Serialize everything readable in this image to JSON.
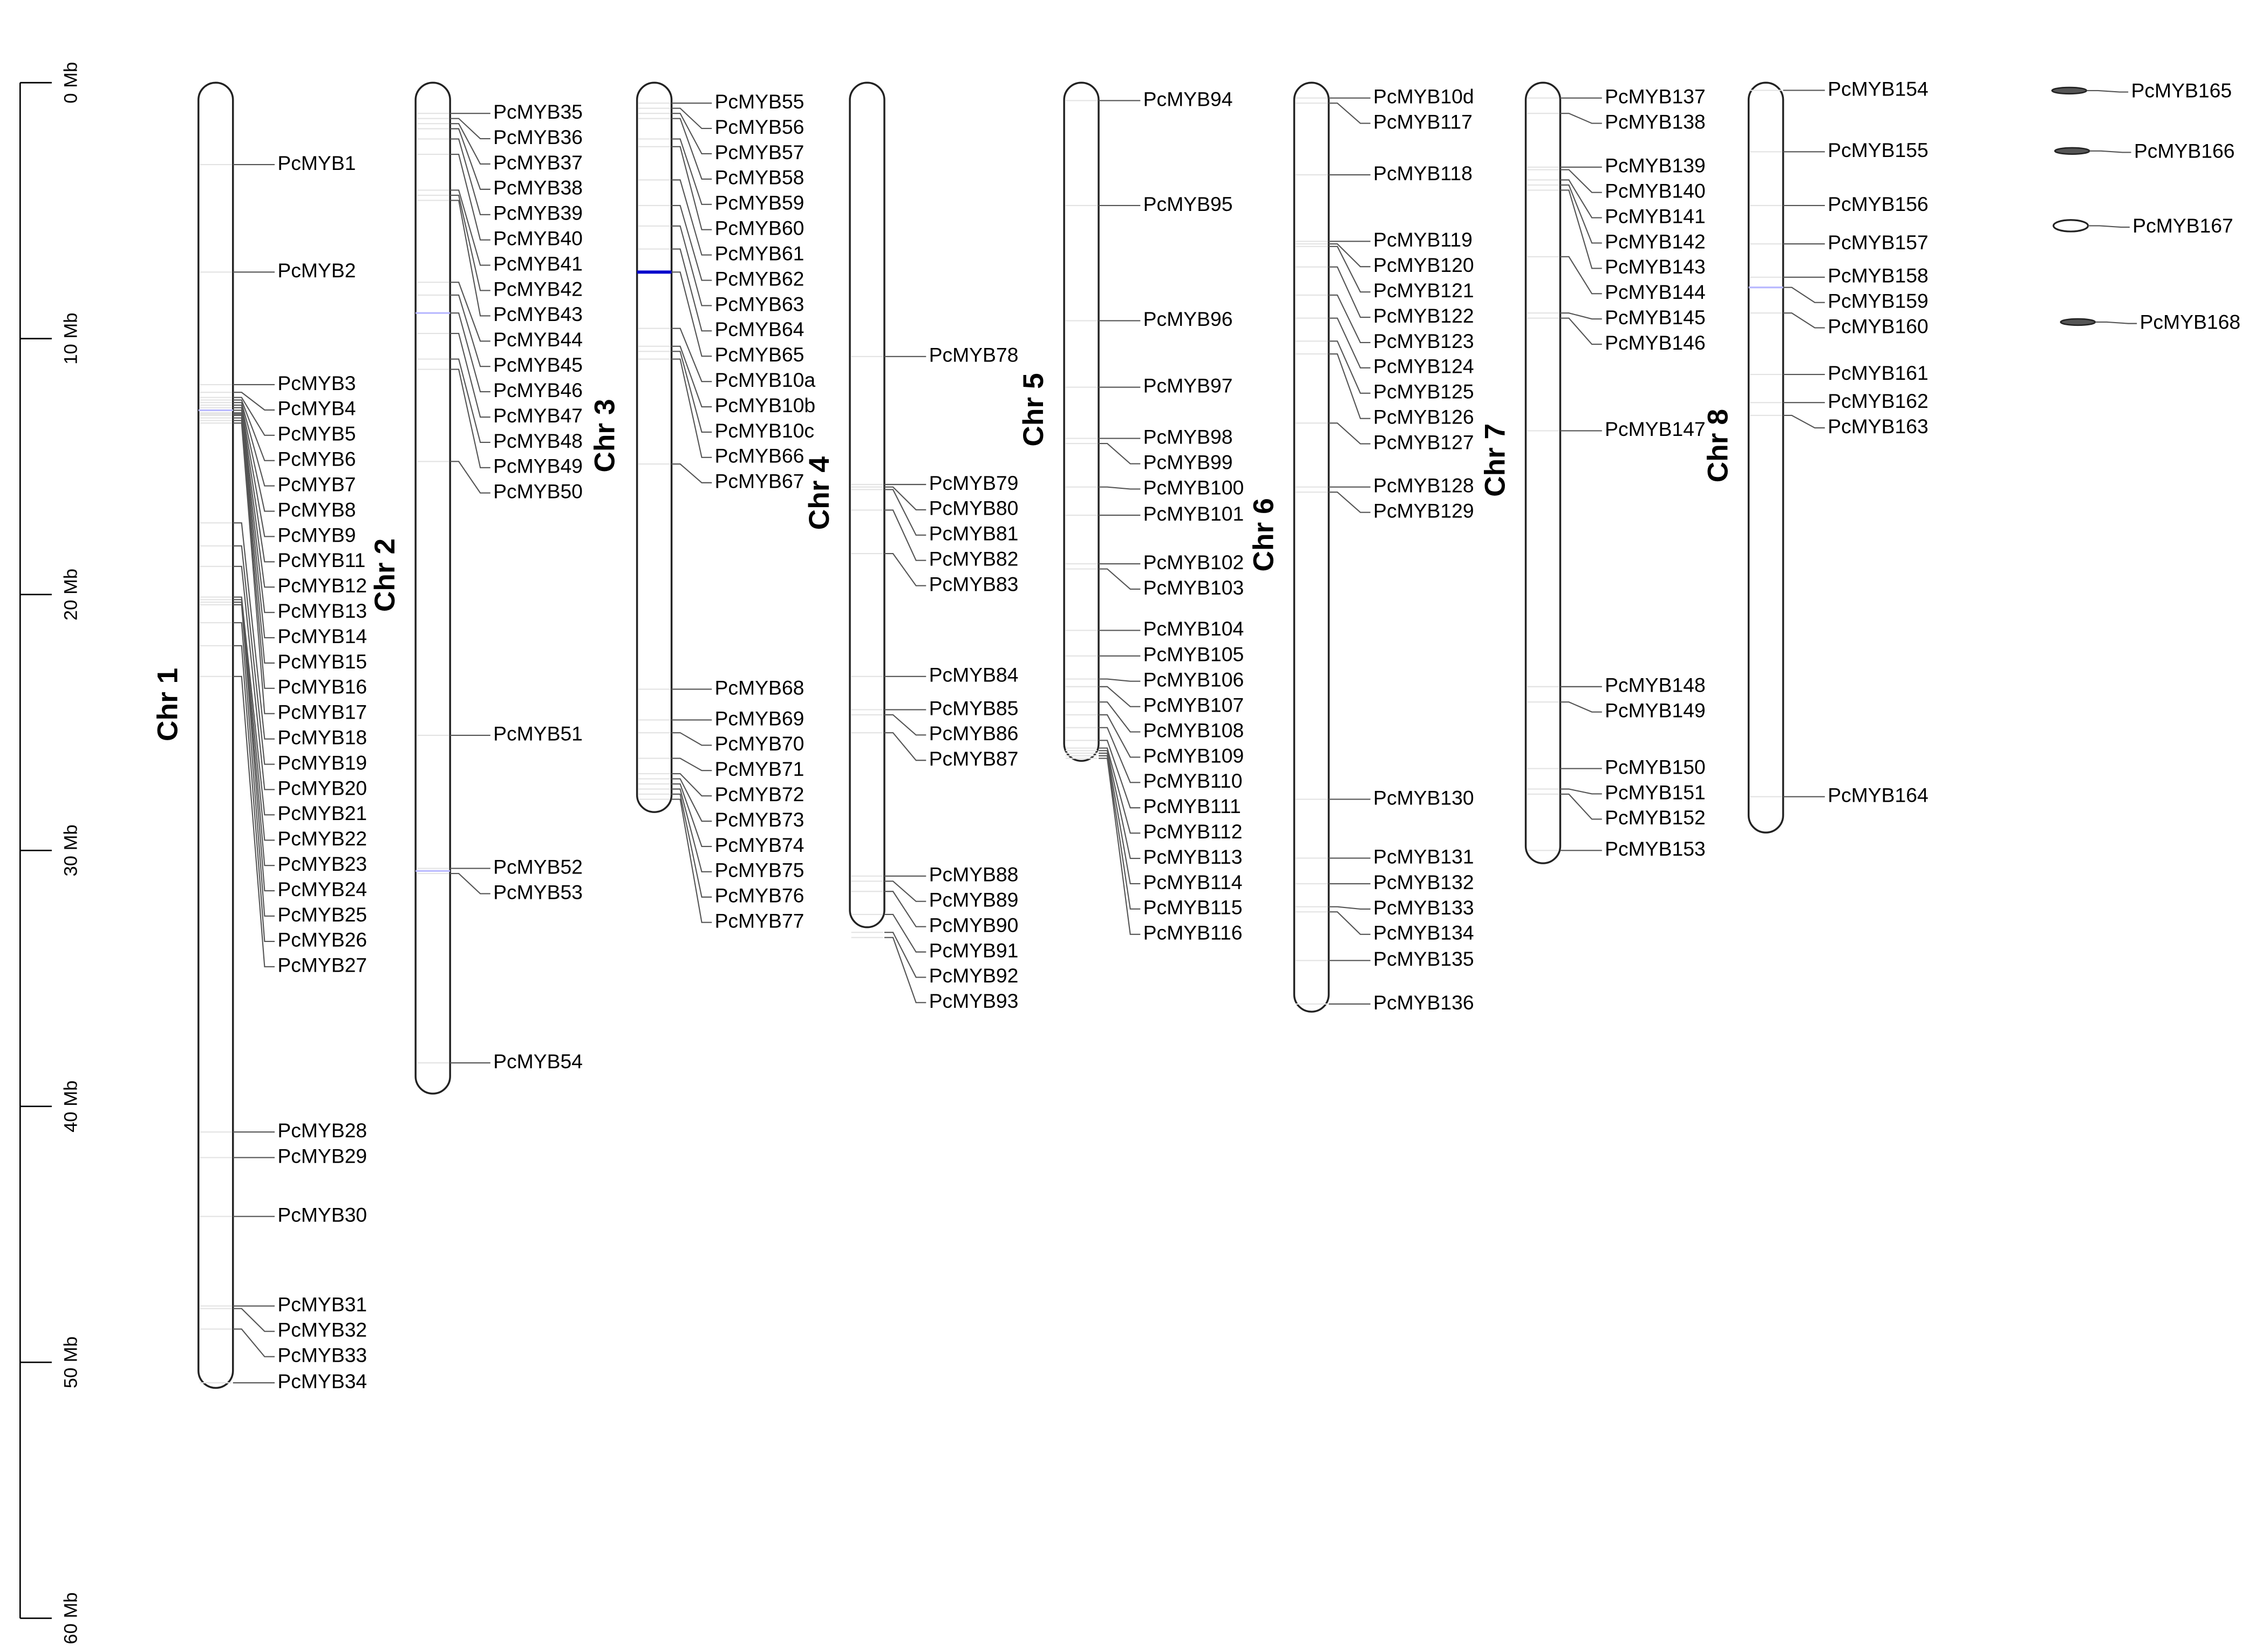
{
  "scale": {
    "ticks": [
      {
        "value": 0,
        "label": "0 Mb"
      },
      {
        "value": 10,
        "label": "10 Mb"
      },
      {
        "value": 20,
        "label": "20 Mb"
      },
      {
        "value": 30,
        "label": "30 Mb"
      },
      {
        "value": 40,
        "label": "40 Mb"
      },
      {
        "value": 50,
        "label": "50 Mb"
      },
      {
        "value": 60,
        "label": "60 Mb"
      }
    ]
  },
  "colors": {
    "highlight": "#0000cc",
    "faint_highlight": "#b8b8ff",
    "outline": "#222222",
    "leader": "#555555"
  },
  "chromosomes": [
    {
      "label": "Chr 1",
      "length_mb": 51.0,
      "highlights": [
        {
          "pos": 12.8,
          "strength": "faint"
        }
      ],
      "genes": [
        {
          "name": "PcMYB1",
          "pos": 3.2
        },
        {
          "name": "PcMYB2",
          "pos": 7.4
        },
        {
          "name": "PcMYB3",
          "pos": 11.8
        },
        {
          "name": "PcMYB4",
          "pos": 12.1
        },
        {
          "name": "PcMYB5",
          "pos": 12.3
        },
        {
          "name": "PcMYB6",
          "pos": 12.4
        },
        {
          "name": "PcMYB7",
          "pos": 12.5
        },
        {
          "name": "PcMYB8",
          "pos": 12.6
        },
        {
          "name": "PcMYB9",
          "pos": 12.7
        },
        {
          "name": "PcMYB11",
          "pos": 12.8
        },
        {
          "name": "PcMYB12",
          "pos": 12.9
        },
        {
          "name": "PcMYB13",
          "pos": 12.95
        },
        {
          "name": "PcMYB14",
          "pos": 13.0
        },
        {
          "name": "PcMYB15",
          "pos": 13.1
        },
        {
          "name": "PcMYB16",
          "pos": 13.2
        },
        {
          "name": "PcMYB17",
          "pos": 13.3
        },
        {
          "name": "PcMYB18",
          "pos": 17.2
        },
        {
          "name": "PcMYB19",
          "pos": 18.1
        },
        {
          "name": "PcMYB20",
          "pos": 18.9
        },
        {
          "name": "PcMYB21",
          "pos": 20.1
        },
        {
          "name": "PcMYB22",
          "pos": 20.2
        },
        {
          "name": "PcMYB23",
          "pos": 20.3
        },
        {
          "name": "PcMYB24",
          "pos": 20.4
        },
        {
          "name": "PcMYB25",
          "pos": 21.1
        },
        {
          "name": "PcMYB26",
          "pos": 22.0
        },
        {
          "name": "PcMYB27",
          "pos": 23.2
        },
        {
          "name": "PcMYB28",
          "pos": 41.0
        },
        {
          "name": "PcMYB29",
          "pos": 42.0
        },
        {
          "name": "PcMYB30",
          "pos": 44.3
        },
        {
          "name": "PcMYB31",
          "pos": 47.8
        },
        {
          "name": "PcMYB32",
          "pos": 47.9
        },
        {
          "name": "PcMYB33",
          "pos": 48.7
        },
        {
          "name": "PcMYB34",
          "pos": 50.8
        }
      ]
    },
    {
      "label": "Chr 2",
      "length_mb": 39.5,
      "highlights": [
        {
          "pos": 9.0,
          "strength": "faint"
        },
        {
          "pos": 30.8,
          "strength": "faint"
        }
      ],
      "genes": [
        {
          "name": "PcMYB35",
          "pos": 1.2
        },
        {
          "name": "PcMYB36",
          "pos": 1.4
        },
        {
          "name": "PcMYB37",
          "pos": 1.6
        },
        {
          "name": "PcMYB38",
          "pos": 1.8
        },
        {
          "name": "PcMYB39",
          "pos": 2.2
        },
        {
          "name": "PcMYB40",
          "pos": 2.8
        },
        {
          "name": "PcMYB41",
          "pos": 4.2
        },
        {
          "name": "PcMYB42",
          "pos": 4.4
        },
        {
          "name": "PcMYB43",
          "pos": 4.6
        },
        {
          "name": "PcMYB44",
          "pos": 7.8
        },
        {
          "name": "PcMYB45",
          "pos": 8.3
        },
        {
          "name": "PcMYB46",
          "pos": 9.0
        },
        {
          "name": "PcMYB47",
          "pos": 9.8
        },
        {
          "name": "PcMYB48",
          "pos": 10.8
        },
        {
          "name": "PcMYB49",
          "pos": 11.2
        },
        {
          "name": "PcMYB50",
          "pos": 14.8
        },
        {
          "name": "PcMYB51",
          "pos": 25.5
        },
        {
          "name": "PcMYB52",
          "pos": 30.7
        },
        {
          "name": "PcMYB53",
          "pos": 30.9
        },
        {
          "name": "PcMYB54",
          "pos": 38.3
        }
      ]
    },
    {
      "label": "Chr 3",
      "length_mb": 28.5,
      "highlights": [
        {
          "pos": 7.4,
          "strength": "strong"
        }
      ],
      "genes": [
        {
          "name": "PcMYB55",
          "pos": 0.8
        },
        {
          "name": "PcMYB56",
          "pos": 1.0
        },
        {
          "name": "PcMYB57",
          "pos": 1.2
        },
        {
          "name": "PcMYB58",
          "pos": 1.4
        },
        {
          "name": "PcMYB59",
          "pos": 2.2
        },
        {
          "name": "PcMYB60",
          "pos": 2.5
        },
        {
          "name": "PcMYB61",
          "pos": 3.8
        },
        {
          "name": "PcMYB62",
          "pos": 4.8
        },
        {
          "name": "PcMYB63",
          "pos": 5.6
        },
        {
          "name": "PcMYB64",
          "pos": 6.5
        },
        {
          "name": "PcMYB65",
          "pos": 7.4
        },
        {
          "name": "PcMYB10a",
          "pos": 9.6
        },
        {
          "name": "PcMYB10b",
          "pos": 10.3
        },
        {
          "name": "PcMYB10c",
          "pos": 10.5
        },
        {
          "name": "PcMYB66",
          "pos": 10.8
        },
        {
          "name": "PcMYB67",
          "pos": 14.9
        },
        {
          "name": "PcMYB68",
          "pos": 23.7
        },
        {
          "name": "PcMYB69",
          "pos": 24.9
        },
        {
          "name": "PcMYB70",
          "pos": 25.4
        },
        {
          "name": "PcMYB71",
          "pos": 26.4
        },
        {
          "name": "PcMYB72",
          "pos": 27.0
        },
        {
          "name": "PcMYB73",
          "pos": 27.2
        },
        {
          "name": "PcMYB74",
          "pos": 27.4
        },
        {
          "name": "PcMYB75",
          "pos": 27.6
        },
        {
          "name": "PcMYB76",
          "pos": 27.8
        },
        {
          "name": "PcMYB77",
          "pos": 28.0
        }
      ]
    },
    {
      "label": "Chr 4",
      "length_mb": 33.0,
      "highlights": [],
      "genes": [
        {
          "name": "PcMYB78",
          "pos": 10.7
        },
        {
          "name": "PcMYB79",
          "pos": 15.7
        },
        {
          "name": "PcMYB80",
          "pos": 15.8
        },
        {
          "name": "PcMYB81",
          "pos": 15.9
        },
        {
          "name": "PcMYB82",
          "pos": 16.7
        },
        {
          "name": "PcMYB83",
          "pos": 18.4
        },
        {
          "name": "PcMYB84",
          "pos": 23.2
        },
        {
          "name": "PcMYB85",
          "pos": 24.5
        },
        {
          "name": "PcMYB86",
          "pos": 24.7
        },
        {
          "name": "PcMYB87",
          "pos": 25.4
        },
        {
          "name": "PcMYB88",
          "pos": 31.0
        },
        {
          "name": "PcMYB89",
          "pos": 31.2
        },
        {
          "name": "PcMYB90",
          "pos": 31.6
        },
        {
          "name": "PcMYB91",
          "pos": 32.5
        },
        {
          "name": "PcMYB92",
          "pos": 33.2
        },
        {
          "name": "PcMYB93",
          "pos": 33.4
        }
      ]
    },
    {
      "label": "Chr 5",
      "length_mb": 26.5,
      "highlights": [],
      "genes": [
        {
          "name": "PcMYB94",
          "pos": 0.7
        },
        {
          "name": "PcMYB95",
          "pos": 4.8
        },
        {
          "name": "PcMYB96",
          "pos": 9.3
        },
        {
          "name": "PcMYB97",
          "pos": 11.9
        },
        {
          "name": "PcMYB98",
          "pos": 13.9
        },
        {
          "name": "PcMYB99",
          "pos": 14.1
        },
        {
          "name": "PcMYB100",
          "pos": 15.8
        },
        {
          "name": "PcMYB101",
          "pos": 16.9
        },
        {
          "name": "PcMYB102",
          "pos": 18.8
        },
        {
          "name": "PcMYB103",
          "pos": 19.0
        },
        {
          "name": "PcMYB104",
          "pos": 21.4
        },
        {
          "name": "PcMYB105",
          "pos": 22.4
        },
        {
          "name": "PcMYB106",
          "pos": 23.3
        },
        {
          "name": "PcMYB107",
          "pos": 23.6
        },
        {
          "name": "PcMYB108",
          "pos": 24.2
        },
        {
          "name": "PcMYB109",
          "pos": 24.7
        },
        {
          "name": "PcMYB110",
          "pos": 25.2
        },
        {
          "name": "PcMYB111",
          "pos": 25.7
        },
        {
          "name": "PcMYB112",
          "pos": 26.0
        },
        {
          "name": "PcMYB113",
          "pos": 26.1
        },
        {
          "name": "PcMYB114",
          "pos": 26.2
        },
        {
          "name": "PcMYB115",
          "pos": 26.3
        },
        {
          "name": "PcMYB116",
          "pos": 26.4
        }
      ]
    },
    {
      "label": "Chr 6",
      "length_mb": 36.3,
      "highlights": [],
      "genes": [
        {
          "name": "PcMYB10d",
          "pos": 0.6
        },
        {
          "name": "PcMYB117",
          "pos": 0.8
        },
        {
          "name": "PcMYB118",
          "pos": 3.6
        },
        {
          "name": "PcMYB119",
          "pos": 6.2
        },
        {
          "name": "PcMYB120",
          "pos": 6.3
        },
        {
          "name": "PcMYB121",
          "pos": 6.4
        },
        {
          "name": "PcMYB122",
          "pos": 7.2
        },
        {
          "name": "PcMYB123",
          "pos": 8.3
        },
        {
          "name": "PcMYB124",
          "pos": 9.2
        },
        {
          "name": "PcMYB125",
          "pos": 10.1
        },
        {
          "name": "PcMYB126",
          "pos": 10.6
        },
        {
          "name": "PcMYB127",
          "pos": 13.3
        },
        {
          "name": "PcMYB128",
          "pos": 15.8
        },
        {
          "name": "PcMYB129",
          "pos": 16.0
        },
        {
          "name": "PcMYB130",
          "pos": 28.0
        },
        {
          "name": "PcMYB131",
          "pos": 30.3
        },
        {
          "name": "PcMYB132",
          "pos": 31.3
        },
        {
          "name": "PcMYB133",
          "pos": 32.2
        },
        {
          "name": "PcMYB134",
          "pos": 32.4
        },
        {
          "name": "PcMYB135",
          "pos": 34.3
        },
        {
          "name": "PcMYB136",
          "pos": 36.0
        }
      ]
    },
    {
      "label": "Chr 7",
      "length_mb": 30.5,
      "highlights": [],
      "genes": [
        {
          "name": "PcMYB137",
          "pos": 0.6
        },
        {
          "name": "PcMYB138",
          "pos": 1.2
        },
        {
          "name": "PcMYB139",
          "pos": 3.3
        },
        {
          "name": "PcMYB140",
          "pos": 3.4
        },
        {
          "name": "PcMYB141",
          "pos": 3.8
        },
        {
          "name": "PcMYB142",
          "pos": 4.0
        },
        {
          "name": "PcMYB143",
          "pos": 4.2
        },
        {
          "name": "PcMYB144",
          "pos": 6.8
        },
        {
          "name": "PcMYB145",
          "pos": 9.0
        },
        {
          "name": "PcMYB146",
          "pos": 9.2
        },
        {
          "name": "PcMYB147",
          "pos": 13.6
        },
        {
          "name": "PcMYB148",
          "pos": 23.6
        },
        {
          "name": "PcMYB149",
          "pos": 24.2
        },
        {
          "name": "PcMYB150",
          "pos": 26.8
        },
        {
          "name": "PcMYB151",
          "pos": 27.6
        },
        {
          "name": "PcMYB152",
          "pos": 27.8
        },
        {
          "name": "PcMYB153",
          "pos": 30.0
        }
      ]
    },
    {
      "label": "Chr 8",
      "length_mb": 29.3,
      "highlights": [
        {
          "pos": 8.0,
          "strength": "faint"
        }
      ],
      "genes": [
        {
          "name": "PcMYB154",
          "pos": 0.3
        },
        {
          "name": "PcMYB155",
          "pos": 2.7
        },
        {
          "name": "PcMYB156",
          "pos": 4.8
        },
        {
          "name": "PcMYB157",
          "pos": 6.3
        },
        {
          "name": "PcMYB158",
          "pos": 7.6
        },
        {
          "name": "PcMYB159",
          "pos": 8.0
        },
        {
          "name": "PcMYB160",
          "pos": 9.0
        },
        {
          "name": "PcMYB161",
          "pos": 11.4
        },
        {
          "name": "PcMYB162",
          "pos": 12.5
        },
        {
          "name": "PcMYB163",
          "pos": 13.0
        },
        {
          "name": "PcMYB164",
          "pos": 27.9
        }
      ]
    }
  ],
  "scaffolds": [
    {
      "name": "PcMYB165",
      "shape": "filled-sliver"
    },
    {
      "name": "PcMYB166",
      "shape": "filled-sliver"
    },
    {
      "name": "PcMYB167",
      "shape": "open-oval"
    },
    {
      "name": "PcMYB168",
      "shape": "filled-sliver"
    }
  ]
}
